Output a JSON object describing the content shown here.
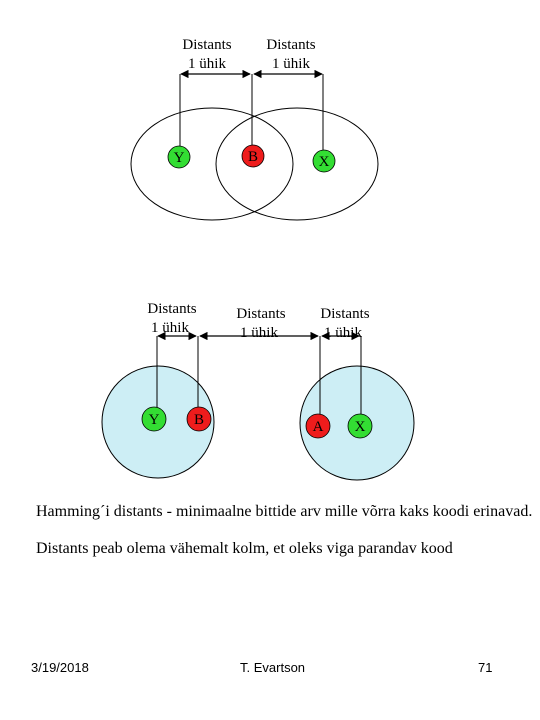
{
  "top": {
    "label1": {
      "line1": "Distants",
      "line2": "1 ühik"
    },
    "label2": {
      "line1": "Distants",
      "line2": "1 ühik"
    },
    "nodes": {
      "y": "Y",
      "b": "B",
      "x": "X"
    }
  },
  "bottom": {
    "label1": {
      "line1": "Distants",
      "line2": "1 ühik"
    },
    "label2": {
      "line1": "Distants",
      "line2": "1 ühik"
    },
    "label3": {
      "line1": "Distants",
      "line2": "1 ühik"
    },
    "nodes": {
      "y": "Y",
      "b": "B",
      "a": "A",
      "x": "X"
    }
  },
  "text": {
    "hamming": "Hamming´i distants - minimaalne bittide arv mille võrra kaks koodi erinavad.",
    "rule": "Distants peab olema vähemalt kolm, et oleks viga parandav kood"
  },
  "footer": {
    "date": "3/19/2018",
    "author": "T. Evartson",
    "page": "71"
  },
  "colors": {
    "green": "#33dd33",
    "red": "#ee1c1c",
    "light_blue": "#cdeef5"
  }
}
